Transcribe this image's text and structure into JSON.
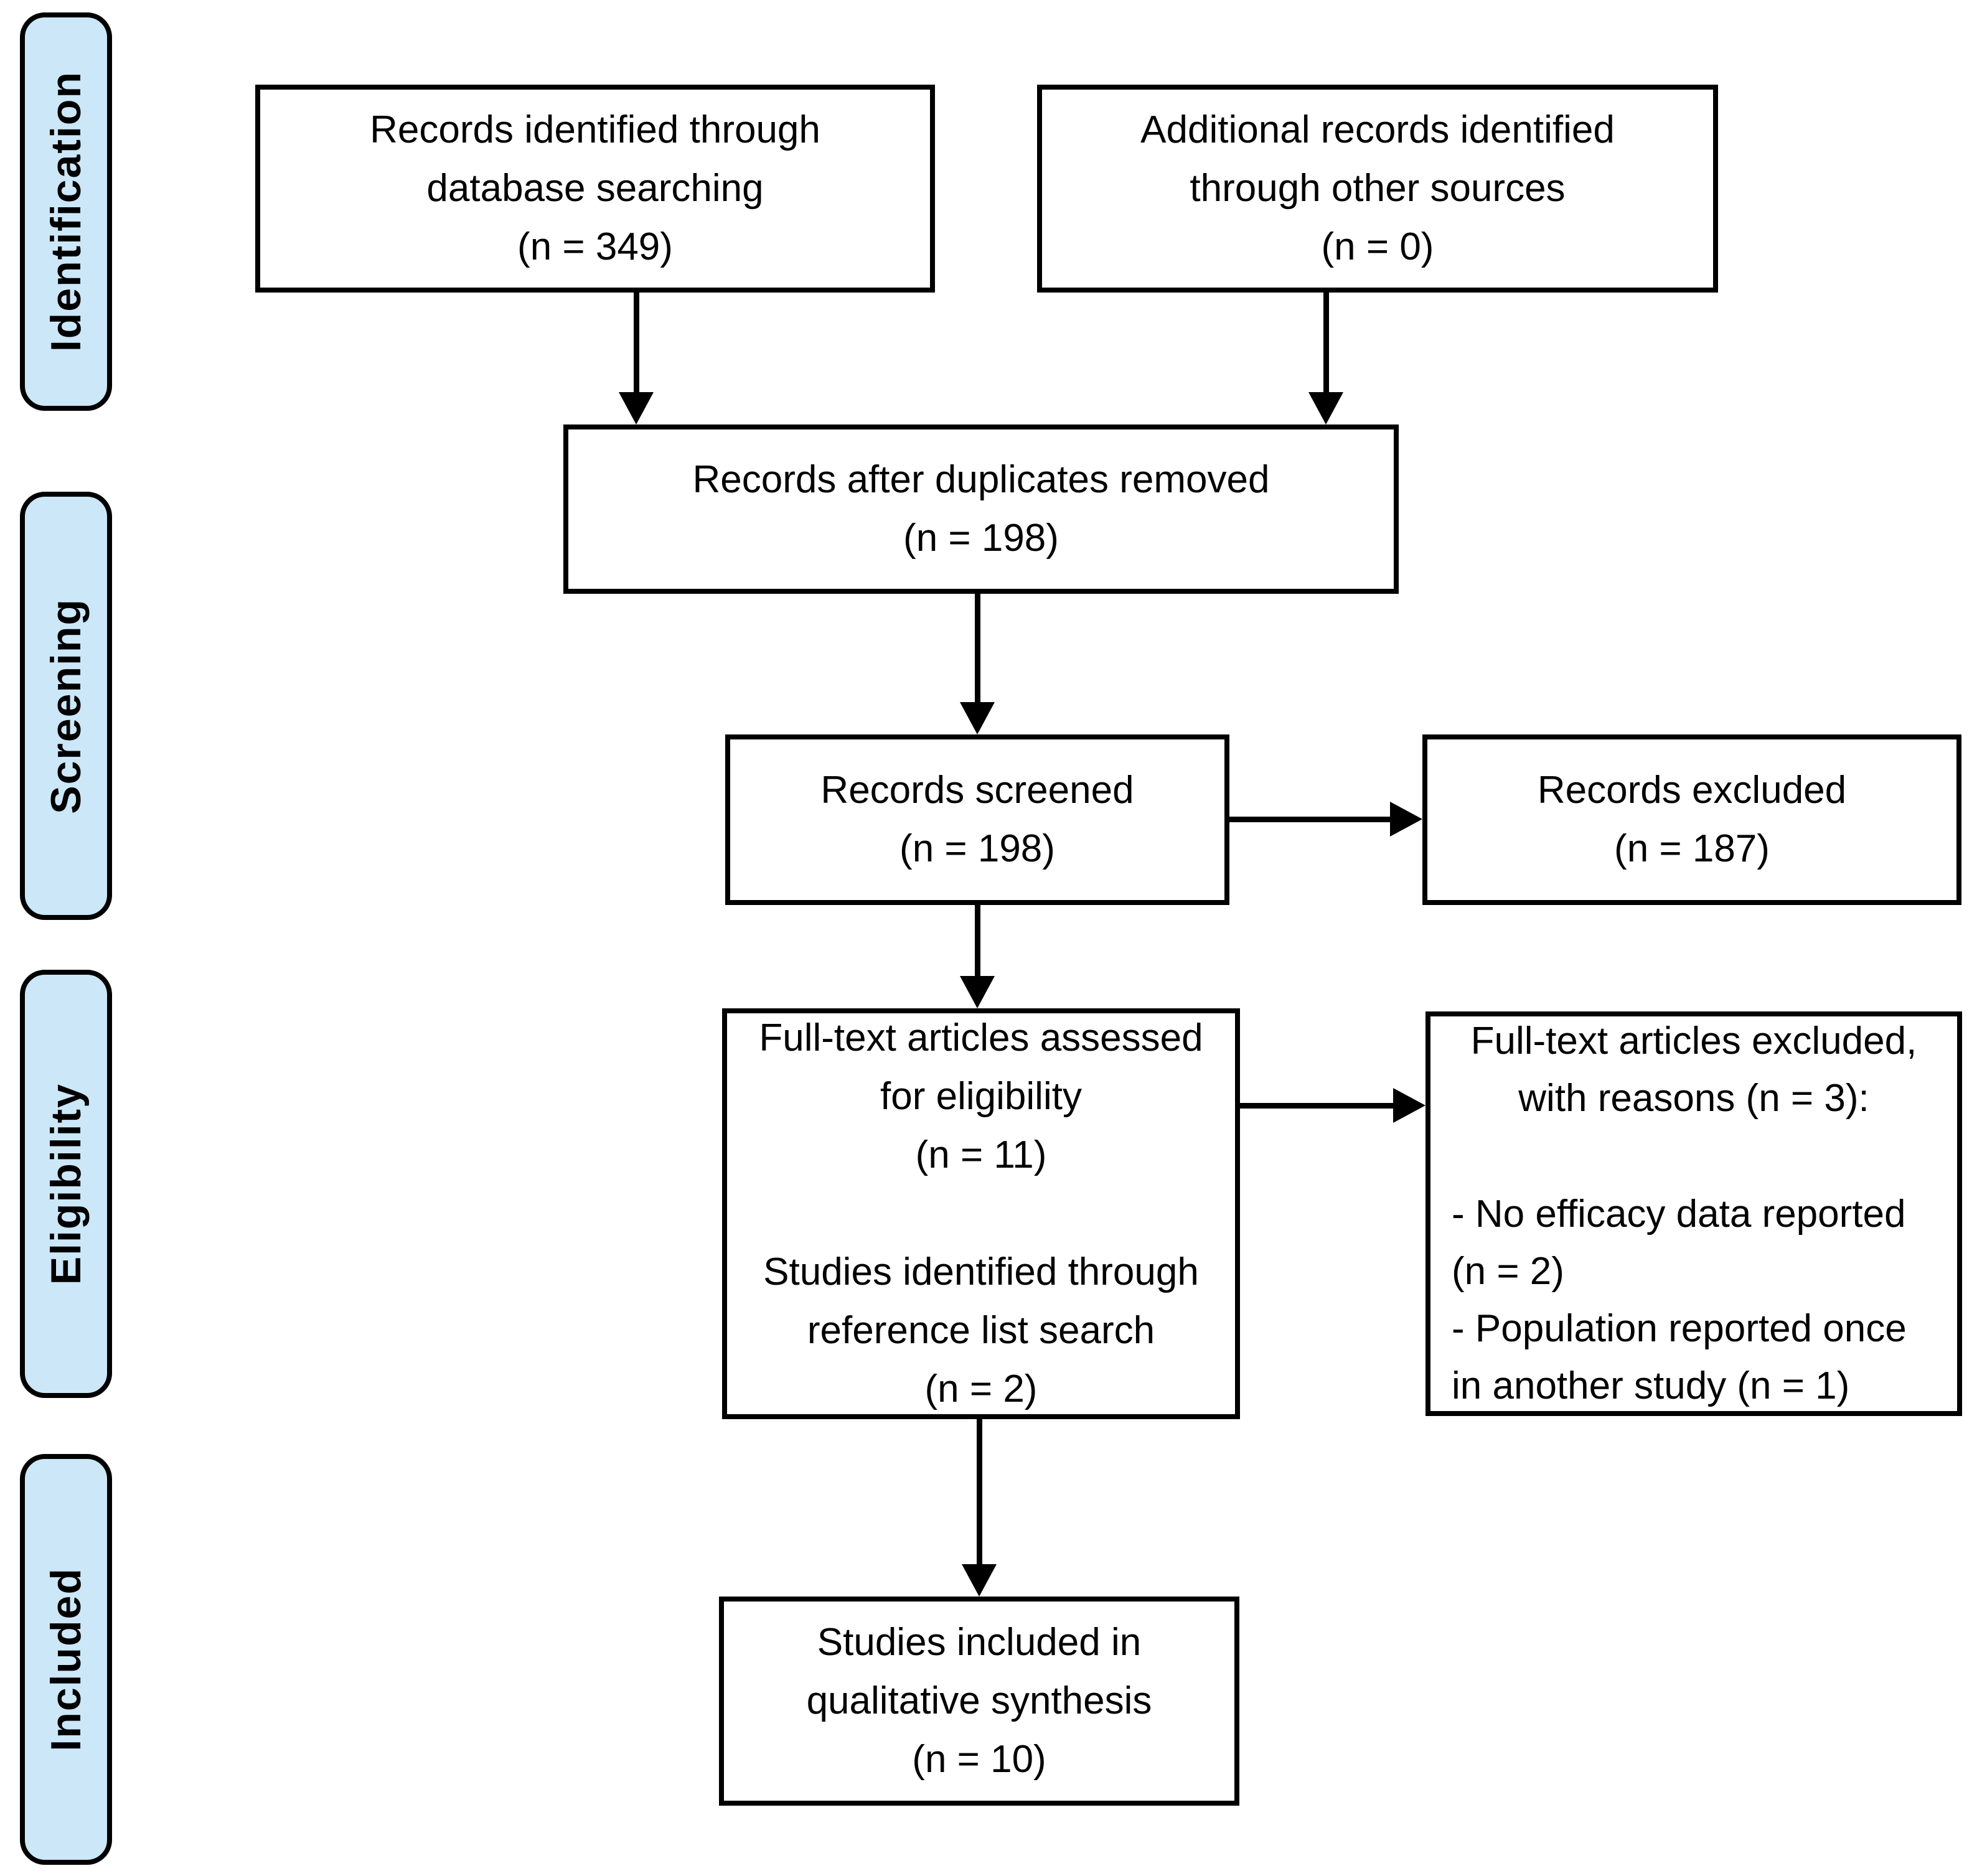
{
  "stages": [
    {
      "label": "Identification"
    },
    {
      "label": "Screening"
    },
    {
      "label": "Eligibility"
    },
    {
      "label": "Included"
    }
  ],
  "boxes": {
    "records_identified": {
      "lines": [
        "Records identified through",
        "database searching",
        "(n = 349)"
      ]
    },
    "additional_records": {
      "lines": [
        "Additional records identified",
        "through other sources",
        "(n = 0)"
      ]
    },
    "duplicates_removed": {
      "lines": [
        "Records after duplicates removed",
        "(n = 198)"
      ]
    },
    "records_screened": {
      "lines": [
        "Records screened",
        "(n = 198)"
      ]
    },
    "records_excluded": {
      "lines": [
        "Records excluded",
        "(n = 187)"
      ]
    },
    "fulltext_assessed": {
      "lines": [
        "Full-text articles assessed",
        "for eligibility",
        "(n = 11)",
        "",
        "Studies identified through",
        "reference list search",
        "(n = 2)"
      ]
    },
    "fulltext_excluded": {
      "lines_centered": [
        "Full-text articles excluded,",
        "with reasons (n = 3):"
      ],
      "lines_left": [
        "- No efficacy data reported",
        "(n = 2)",
        "- Population reported once",
        "in another study (n = 1)"
      ]
    },
    "included_qualitative": {
      "lines": [
        "Studies included in",
        "qualitative synthesis",
        "(n = 10)"
      ]
    }
  },
  "colors": {
    "stage_fill": "#cbe7f8",
    "stage_border": "#000000",
    "box_fill": "#ffffff",
    "box_border": "#000000",
    "arrow": "#000000",
    "text": "#000000",
    "background": "#ffffff"
  }
}
